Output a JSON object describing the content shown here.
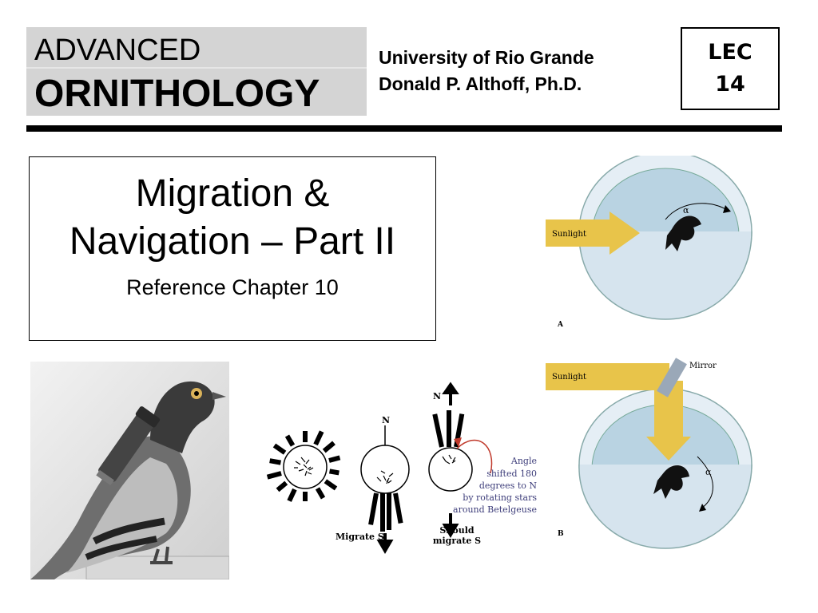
{
  "header": {
    "brand_line1": "ADVANCED",
    "brand_line2": "ORNITHOLOGY",
    "university": "University of Rio Grande",
    "instructor": "Donald P. Althoff, Ph.D.",
    "lec_label": "LEC",
    "lec_number": "14"
  },
  "title_box": {
    "title_line1": "Migration &",
    "title_line2": "Navigation – Part II",
    "subtitle": "Reference Chapter 10"
  },
  "star_diagram": {
    "north_label_1": "N",
    "north_label_2": "N",
    "migrate_label": "Migrate S",
    "should_line1": "Should",
    "should_line2": "migrate S",
    "angle_lines": [
      "Angle",
      "shifted 180",
      "degrees to N",
      "by rotating stars",
      "around Betelgeuse"
    ]
  },
  "arena_a": {
    "sunlight_label": "Sunlight",
    "alpha_label": "α",
    "panel_label": "A"
  },
  "arena_b": {
    "sunlight_label": "Sunlight",
    "mirror_label": "Mirror",
    "alpha_label": "α",
    "panel_label": "B"
  },
  "colors": {
    "brand_box": "#d4d4d4",
    "sunlight_beam": "#e8c44a",
    "arena_water": "#b9d3e2",
    "angle_text": "#3d3d7a"
  }
}
